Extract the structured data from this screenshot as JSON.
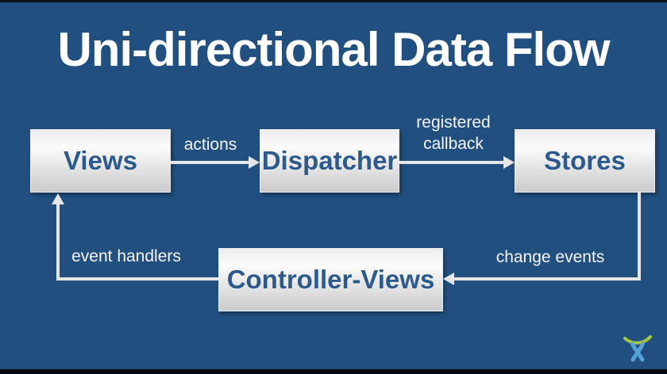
{
  "slide": {
    "title": "Uni-directional Data Flow"
  },
  "diagram": {
    "nodes": [
      {
        "id": "views",
        "label": "Views"
      },
      {
        "id": "dispatcher",
        "label": "Dispatcher"
      },
      {
        "id": "stores",
        "label": "Stores"
      },
      {
        "id": "controller-views",
        "label": "Controller-Views"
      }
    ],
    "edges": [
      {
        "from": "views",
        "to": "dispatcher",
        "label": "actions"
      },
      {
        "from": "dispatcher",
        "to": "stores",
        "label": "registered\ncallback"
      },
      {
        "from": "stores",
        "to": "controller-views",
        "label": "change events"
      },
      {
        "from": "controller-views",
        "to": "views",
        "label": "event handlers"
      }
    ]
  },
  "colors": {
    "background": "#215080",
    "node_text": "#2d5a8c",
    "node_fill_top": "#fbfbfb",
    "node_fill_bottom": "#cbcbcb",
    "arrow": "#e6e6e6",
    "title_text": "#ffffff",
    "logo_green": "#a3c53f",
    "logo_blue": "#54a3d8"
  },
  "logo": {
    "name": "atlassian-logo"
  }
}
